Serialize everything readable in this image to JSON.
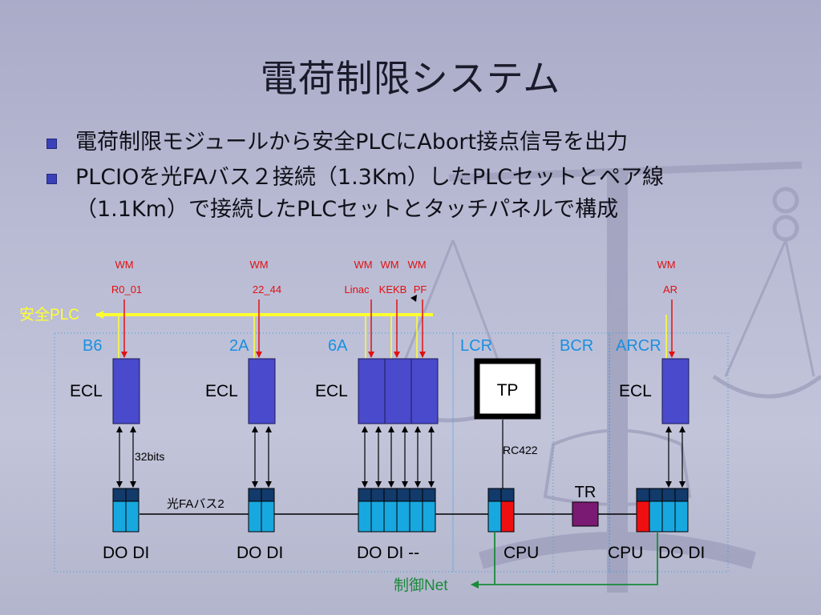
{
  "title": "電荷制限システム",
  "bullets": [
    "電荷制限モジュールから安全PLCにAbort接点信号を出力",
    "PLCIOを光FAバス２接続（1.3Km）したPLCセットとペア線（1.1Km）で接続したPLCセットとタッチパネルで構成"
  ],
  "bullet_lines": [
    [
      "電荷制限モジュールから安全PLCにAbort接点信号を出力"
    ],
    [
      "PLCIOを光FAバス２接続（1.3Km）したPLCセットとペア線",
      "（1.1Km）で接続したPLCセットとタッチパネルで構成"
    ]
  ],
  "diagram": {
    "safety_plc_label": "安全PLC",
    "control_net_label": "制御Net",
    "fiber_bus_label": "光FAバス2",
    "bits_label": "32bits",
    "rc_label": "RC422",
    "tp_label": "TP",
    "tr_label": "TR",
    "wm_label": "WM",
    "monitors": [
      "R0_01",
      "22_44",
      "Linac",
      "KEKB",
      "PF",
      "AR"
    ],
    "locations": [
      "B6",
      "2A",
      "6A",
      "LCR",
      "BCR",
      "ARCR"
    ],
    "ecl_label": "ECL",
    "io_labels": {
      "b6": "DO DI",
      "a2": "DO DI",
      "a6": "DO DI --",
      "lcr": "CPU",
      "arcr_cpu": "CPU",
      "arcr_io": "DO DI"
    }
  },
  "colors": {
    "wire_red": "#e01010",
    "safety_yellow": "#ffff30",
    "label_cyan": "#1a8fe0",
    "ecl_blue": "#4a4acc",
    "io_cyan": "#18a8e0",
    "io_navy": "#123a6a",
    "cpu_red": "#ee1010",
    "tr_purple": "#7a1a72",
    "net_green": "#1a8a3a"
  }
}
